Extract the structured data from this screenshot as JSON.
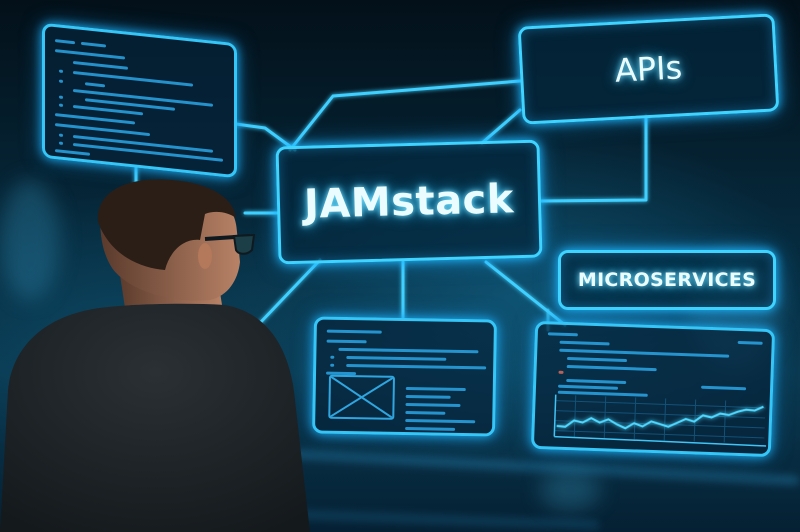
{
  "scene": {
    "description": "Person viewed from behind, wearing glasses and a dark sweater, looking at a glowing holographic architecture diagram",
    "palette": {
      "background_dark": "#04121c",
      "background_mid": "#0a3a52",
      "glow_cyan": "#3fd3ff",
      "text_glow": "#eafcff",
      "sweater": "#1c2226",
      "hair": "#2a1d16",
      "skin": "#b07a5e"
    }
  },
  "diagram": {
    "central_node": {
      "label": "JAMstack"
    },
    "nodes": [
      {
        "id": "apis",
        "label": "APIs"
      },
      {
        "id": "microservices",
        "label": "MICROSERVICES"
      }
    ],
    "panels": [
      {
        "id": "code-panel",
        "content": "blurred code listing"
      },
      {
        "id": "wireframe-panel",
        "content": "code listing with image placeholder and text lines"
      },
      {
        "id": "chart-panel",
        "content": "blurred log text with rising line chart"
      }
    ]
  },
  "chart_data": {
    "type": "line",
    "title": "",
    "xlabel": "",
    "ylabel": "",
    "x": [
      0,
      1,
      2,
      3,
      4,
      5,
      6,
      7,
      8,
      9,
      10,
      11,
      12,
      13,
      14,
      15,
      16,
      17,
      18,
      19,
      20,
      21,
      22,
      23,
      24
    ],
    "values": [
      18,
      17,
      28,
      25,
      33,
      26,
      32,
      24,
      18,
      27,
      22,
      31,
      27,
      23,
      30,
      37,
      33,
      44,
      41,
      48,
      46,
      52,
      56,
      55,
      62
    ],
    "note": "Values are relative heights estimated from an unlabeled upward-trending line; axes have no legible labels"
  }
}
